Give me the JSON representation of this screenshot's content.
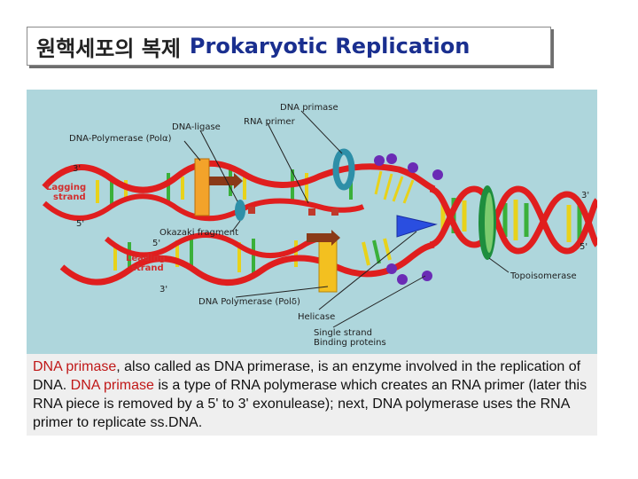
{
  "slide": {
    "title_korean": "원핵세포의 복제",
    "title_english": "Prokaryotic Replication"
  },
  "diagram": {
    "labels": {
      "dna_primase": "DNA primase",
      "dna_ligase": "DNA-ligase",
      "rna_primer": "RNA primer",
      "dna_polymerase_alpha": "DNA-Polymerase (Polα)",
      "three_prime_top": "3'",
      "lagging_strand_1": "Lagging",
      "lagging_strand_2": "strand",
      "five_prime_lagging": "5'",
      "okazaki_fragment": "Okazaki fragment",
      "five_prime_leading": "5'",
      "leading_strand_1": "Leading",
      "leading_strand_2": "strand",
      "three_prime_leading": "3'",
      "three_prime_right": "3'",
      "five_prime_right": "5'",
      "topoisomerase": "Topoisomerase",
      "dna_polymerase_delta": "DNA Polymerase (Polδ)",
      "helicase": "Helicase",
      "ssb_1": "Single strand",
      "ssb_2": "Binding proteins"
    },
    "colors": {
      "background": "#aed6dc",
      "strand_red": "#e01e1e",
      "base_yellow": "#e8d21a",
      "base_green": "#3ab03a",
      "polymerase_orange": "#f3a32a",
      "helicase_blue": "#2a4ee0",
      "topoisomerase_green": "#1e8e3e",
      "ssb_purple": "#6a2bb5",
      "primase_teal": "#2e8fa8"
    }
  },
  "caption": {
    "seg1": "DNA primase",
    "seg2": ", also called as DNA primerase, is an enzyme  involved in the replication of DNA. ",
    "seg3": "DNA primase",
    "seg4": " is a type of RNA polymerase which creates an RNA primer (later this RNA piece is removed by a 5' to 3' exonulease); next, DNA polymerase uses the RNA primer to replicate ss.DNA."
  }
}
